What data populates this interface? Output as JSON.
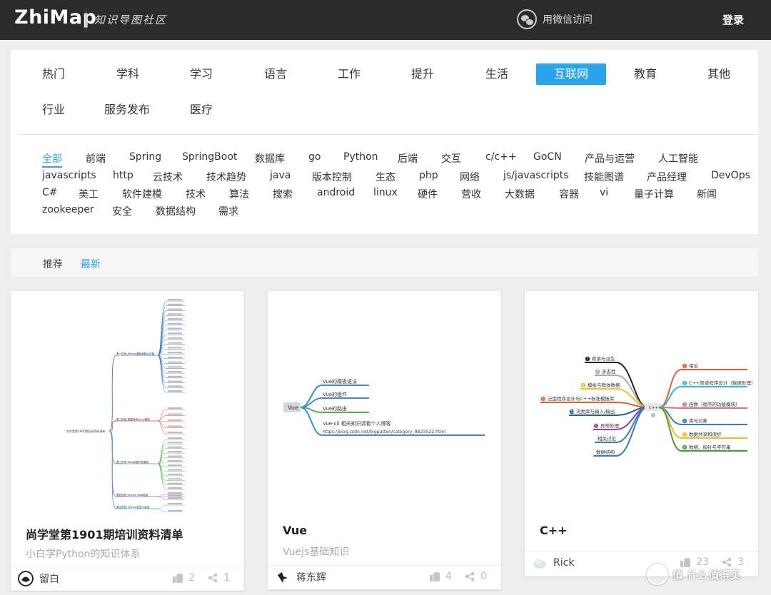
{
  "header": {
    "logo": "ZhiMap",
    "tagline": "知识导图社区",
    "wechat_label": "用微信访问",
    "login_label": "登录"
  },
  "main_categories": [
    "热门",
    "学科",
    "学习",
    "语言",
    "工作",
    "提升",
    "生活",
    "互联网",
    "教育",
    "其他",
    "行业",
    "服务发布",
    "医疗"
  ],
  "active_main_category": "互联网",
  "sub_categories": [
    [
      "全部",
      "前端",
      "Spring",
      "SpringBoot",
      "数据库",
      "go",
      "Python",
      "后端",
      "交互",
      "c/c++",
      "GoCN",
      "产品与运营",
      "人工智能"
    ],
    [
      "javascripts",
      "http",
      "云技术",
      "技术趋势",
      "java",
      "版本控制",
      "生态",
      "php",
      "网络",
      "js/javascripts",
      "技能图谱",
      "产品经理",
      "DevOps"
    ],
    [
      "C#",
      "美工",
      "软件建模",
      "技术",
      "算法",
      "搜索",
      "android",
      "linux",
      "硬件",
      "营收",
      "大数据",
      "容器",
      "vi",
      "量子计算",
      "新闻"
    ],
    [
      "zookeeper",
      "安全",
      "数据结构",
      "需求"
    ]
  ],
  "active_sub_category": "全部",
  "tabs": {
    "recommend": "推荐",
    "latest": "最新"
  },
  "cards": [
    {
      "title": "尚学堂第1901期培训资料清单",
      "subtitle": "小白学Python的知识体系",
      "author": "留白",
      "likes": "2",
      "shares": "1",
      "mindmap": {
        "root": "尚学堂第1901期培训资料清单",
        "branches": [
          "第一阶段-Python基础和核心技能",
          "第二阶段-数据库和Linux基础",
          "第三阶段-Web前端开发基础",
          "第四阶段-Python Web框架",
          "第五阶段-Python爬虫与运维"
        ]
      }
    },
    {
      "title": "Vue",
      "subtitle": "Vuejs基础知识",
      "author": "蒋东辉",
      "likes": "4",
      "shares": "0",
      "mindmap": {
        "root": "Vue",
        "branches": [
          "Vue的模板语法",
          "Vue的组件",
          "Vue的路由",
          "Vue-cli 相关知识请看个人博客"
        ],
        "note": "https://blog.csdn.net/bigpatten/category_8823522.html"
      }
    },
    {
      "title": "C++",
      "subtitle": "",
      "author": "Rick",
      "likes": "23",
      "shares": "3",
      "mindmap": {
        "root": "C++",
        "left": [
          "继承与派生",
          "多态性",
          "模板与群体数据",
          "泛型程序设计与C++标准模板库",
          "流类库与输入/输出",
          "异常处理",
          "相关讨论",
          "数据结构"
        ],
        "left_nums": [
          "7",
          "8",
          "9",
          "10",
          "11",
          "12",
          "",
          ""
        ],
        "right": [
          "绪论",
          "C++简单程序设计（数据处理）",
          "函数（程序的功能模块）",
          "类与对象",
          "数据共享和保护",
          "数组、指针与字符串"
        ],
        "right_nums": [
          "1",
          "2",
          "3",
          "4",
          "5",
          "6"
        ]
      }
    }
  ],
  "watermark": "值 什么值得买",
  "colors": {
    "accent": "#29a4ec",
    "header_bg": "#2b2b2b"
  }
}
